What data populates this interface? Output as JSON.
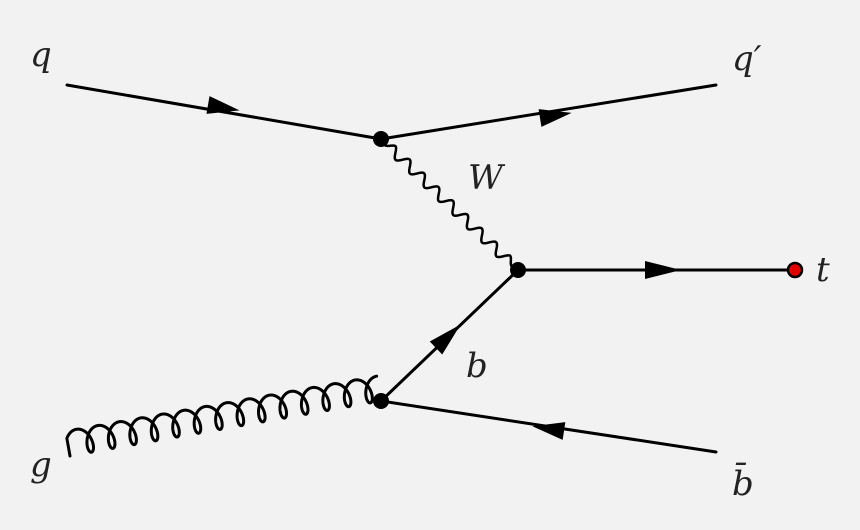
{
  "diagram": {
    "background": "#f2f2f2",
    "line_color": "#000000",
    "highlight_color": "#e00000",
    "particles": {
      "incoming_quark": "q",
      "outgoing_quark": "q′",
      "w_boson": "W",
      "top_quark": "t",
      "bottom_quark": "b",
      "gluon": "g",
      "anti_bottom_quark": "b̄"
    },
    "propagators": [
      {
        "from": "q",
        "to": "vertex-upper",
        "kind": "fermion"
      },
      {
        "from": "vertex-upper",
        "to": "q′",
        "kind": "fermion"
      },
      {
        "from": "vertex-upper",
        "to": "vertex-right",
        "kind": "W boson"
      },
      {
        "from": "vertex-right",
        "to": "t",
        "kind": "fermion"
      },
      {
        "from": "vertex-lower",
        "to": "vertex-right",
        "kind": "b quark"
      },
      {
        "from": "g",
        "to": "vertex-lower",
        "kind": "gluon"
      },
      {
        "from": "b̄",
        "to": "vertex-lower",
        "kind": "fermion"
      }
    ]
  }
}
